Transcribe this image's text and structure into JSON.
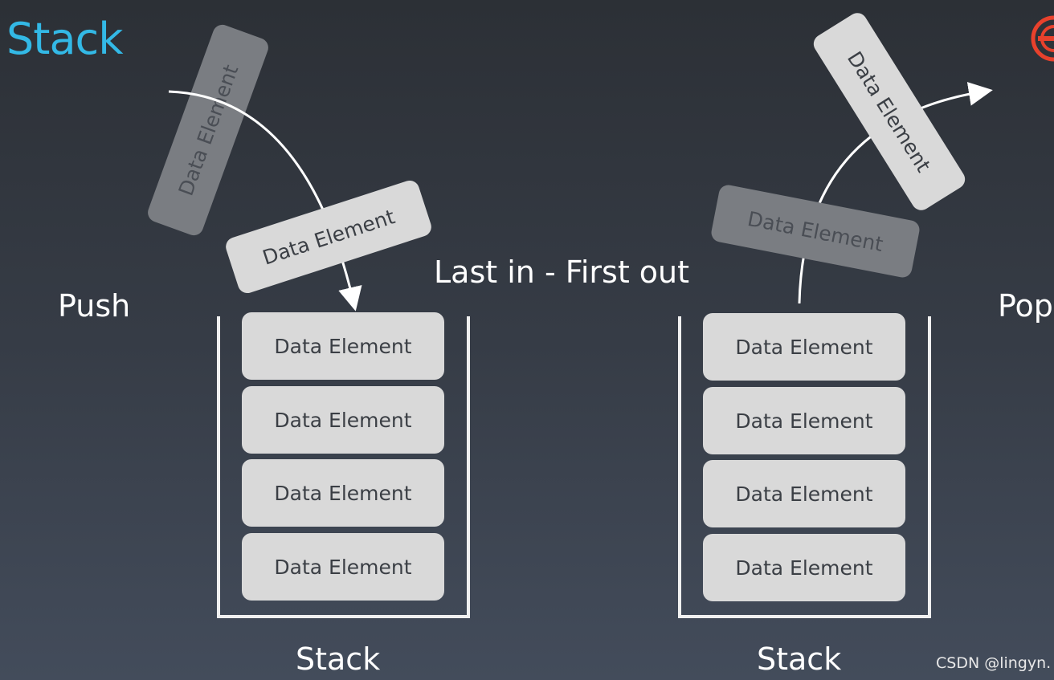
{
  "title": "Stack",
  "push_label": "Push",
  "pop_label": "Pop",
  "center_caption": "Last in - First out",
  "element_label": "Data Element",
  "left_stack": {
    "caption": "Stack",
    "elements": [
      "Data Element",
      "Data Element",
      "Data Element",
      "Data Element"
    ]
  },
  "right_stack": {
    "caption": "Stack",
    "elements": [
      "Data Element",
      "Data Element",
      "Data Element",
      "Data Element"
    ]
  },
  "push_elements": {
    "ghost": "Data Element",
    "moving": "Data Element"
  },
  "pop_elements": {
    "ghost": "Data Element",
    "moving": "Data Element"
  },
  "watermark": "CSDN @lingyn.",
  "colors": {
    "title": "#33b9e6",
    "box": "#d9d9d9",
    "box_text": "#3b3f45",
    "logo": "#e8412c"
  },
  "logo_icon": "circular-logo-icon"
}
